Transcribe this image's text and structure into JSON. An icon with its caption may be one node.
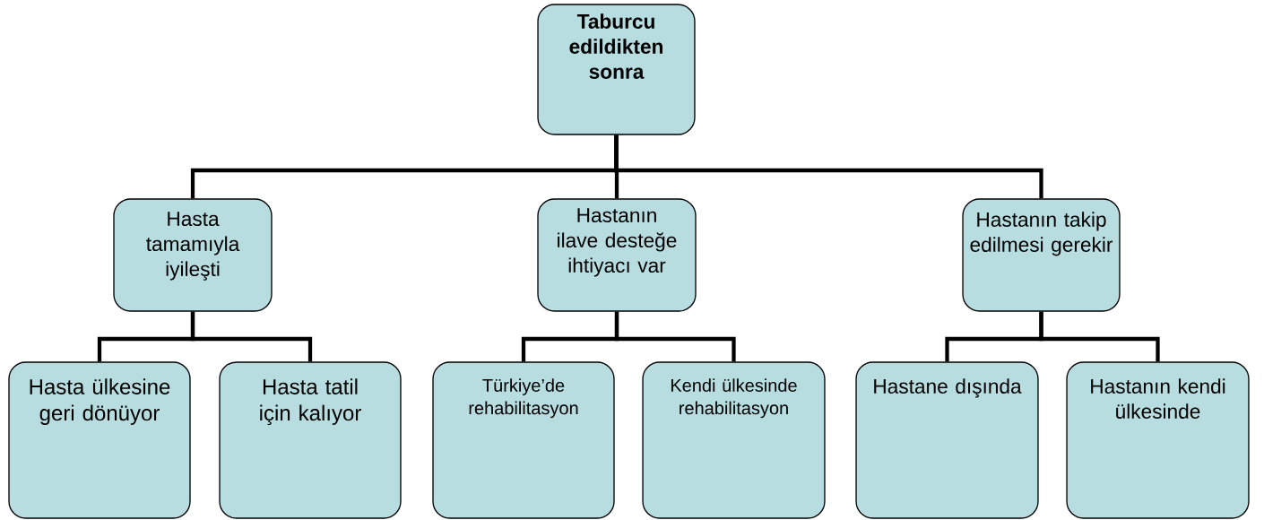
{
  "diagram": {
    "nodes": [
      {
        "text": [
          "Taburcu edildikten sonra"
        ]
      },
      {
        "text": [
          "Hasta tamamıyla iyileşti"
        ]
      },
      {
        "text": [
          "Hastanın ilave desteğe ihtiyacı var"
        ]
      },
      {
        "text": [
          "Hastanın takip edilmesi gerekir"
        ]
      },
      {
        "text": [
          "Hasta ülkesine geri dönüyor"
        ]
      },
      {
        "text": [
          "Hasta tatil için kalıyor"
        ]
      },
      {
        "text": [
          "Türkiye’de rehabilitasyon"
        ]
      },
      {
        "text": [
          "Kendi ülkesinde rehabilitasyon"
        ]
      },
      {
        "text": [
          "Hastane dışında"
        ]
      },
      {
        "text": [
          "Hastanın kendi ülkesinde"
        ]
      }
    ],
    "edges": [
      {
        "from": 0,
        "to": 1,
        "arrow": "none"
      },
      {
        "from": 0,
        "to": 2,
        "arrow": "none"
      },
      {
        "from": 0,
        "to": 3,
        "arrow": "none"
      },
      {
        "from": 1,
        "to": 4,
        "arrow": "none"
      },
      {
        "from": 1,
        "to": 5,
        "arrow": "none"
      },
      {
        "from": 2,
        "to": 6,
        "arrow": "none"
      },
      {
        "from": 2,
        "to": 7,
        "arrow": "none"
      },
      {
        "from": 3,
        "to": 8,
        "arrow": "none"
      },
      {
        "from": 3,
        "to": 9,
        "arrow": "none"
      }
    ]
  }
}
